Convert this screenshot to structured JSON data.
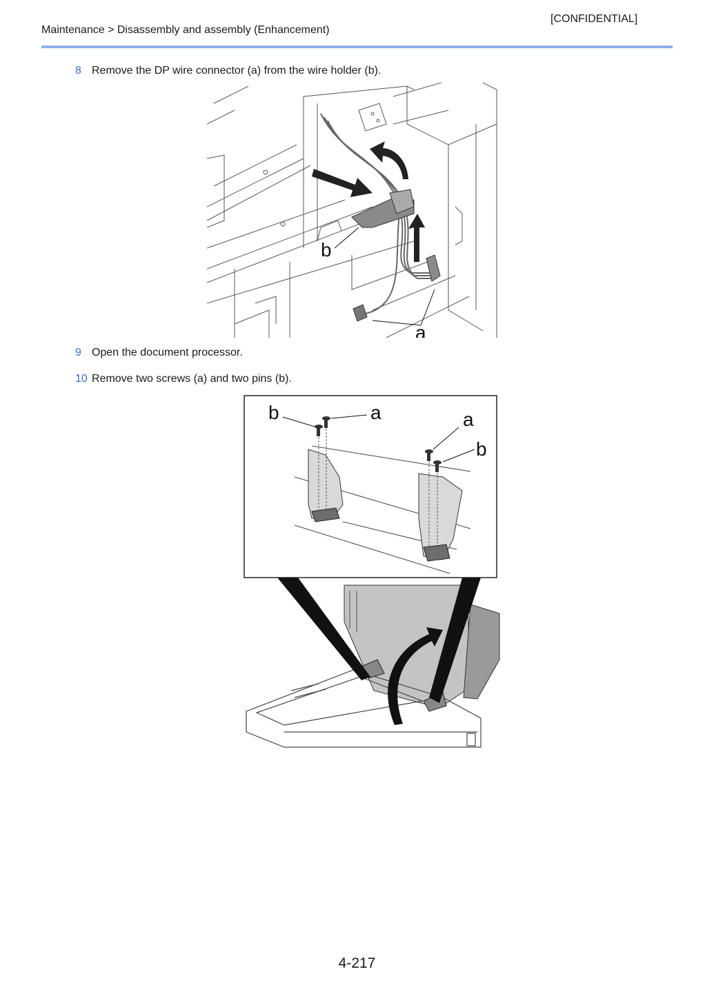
{
  "header": {
    "confidential": "[CONFIDENTIAL]",
    "breadcrumb": "Maintenance > Disassembly and assembly (Enhancement)"
  },
  "steps": [
    {
      "number": "8",
      "text": "Remove the DP wire connector (a) from the wire holder (b)."
    },
    {
      "number": "9",
      "text": "Open the document processor."
    },
    {
      "number": "10",
      "text": "Remove two screws (a) and two pins (b)."
    }
  ],
  "figure1": {
    "callouts": [
      "b",
      "a"
    ]
  },
  "figure2": {
    "callouts": [
      "b",
      "a",
      "a",
      "b"
    ]
  },
  "footer": {
    "page_number": "4-217"
  },
  "colors": {
    "accent_rule": "#8fb0e8",
    "step_number": "#2f6fd6"
  }
}
